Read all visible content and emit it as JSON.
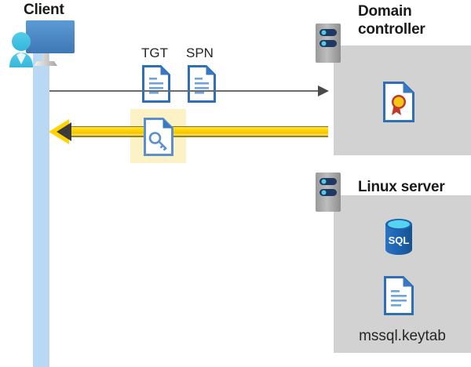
{
  "diagram": {
    "title_client": "Client",
    "title_domain_controller": "Domain\ncontroller",
    "title_linux_server": "Linux server",
    "labels": {
      "tgt": "TGT",
      "spn": "SPN",
      "keytab_file": "mssql.keytab",
      "sql_badge": "SQL"
    },
    "icons": {
      "client": "client-workstation-icon",
      "tgt_doc": "document-icon",
      "spn_doc": "document-icon",
      "key_doc": "key-document-icon",
      "dc_server": "server-rack-icon",
      "linux_server": "server-rack-icon",
      "certificate": "certificate-document-icon",
      "sql_database": "sql-database-icon",
      "keytab_doc": "document-icon"
    },
    "arrows": {
      "request": {
        "name": "request-arrow",
        "direction": "client-to-domain-controller",
        "color": "#6b6b6b"
      },
      "response": {
        "name": "response-arrow",
        "direction": "domain-controller-to-client",
        "color": "#ffd400"
      }
    },
    "colors": {
      "panel_gray": "#d2d2d2",
      "lifeline_blue": "#b9d8f4",
      "highlight_yellow": "#fdf2c6",
      "arrow_yellow": "#ffd400",
      "arrow_gray": "#6b6b6b",
      "doc_blue": "#3a78c2",
      "sql_blue": "#1c63b0",
      "seal_gold": "#f5c518",
      "ribbon_red": "#c0392b",
      "text_dark": "#1a1a1a"
    }
  }
}
